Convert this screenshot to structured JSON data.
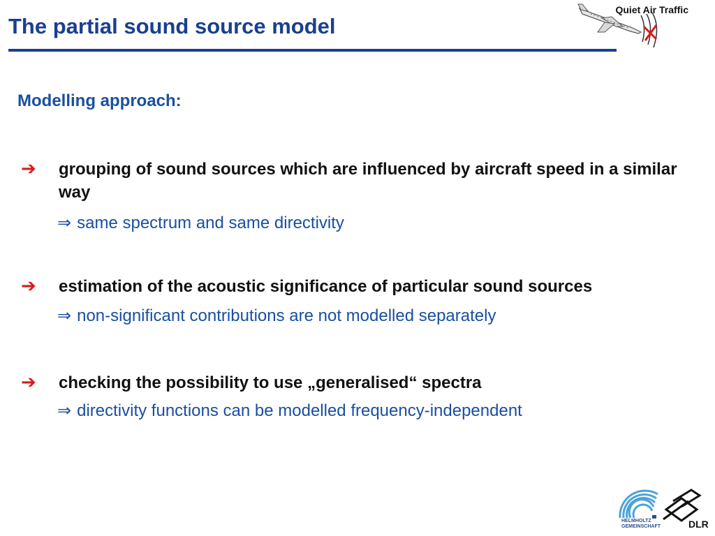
{
  "slide": {
    "title": "The partial sound source model",
    "subtitle": "Modelling approach:",
    "colors": {
      "title": "#1a3f8f",
      "accent_text": "#1a4fa0",
      "arrow": "#d81b1b"
    }
  },
  "bullets": [
    {
      "icon": "right-arrow-icon",
      "text": "grouping of sound sources which are influenced by aircraft speed in a similar way",
      "implication": "same spectrum and same directivity"
    },
    {
      "icon": "right-arrow-icon",
      "text": "estimation of the acoustic significance of particular sound sources",
      "implication": "non-significant contributions are not modelled separately"
    },
    {
      "icon": "right-arrow-icon",
      "text": "checking the possibility to use „generalised“ spectra",
      "implication": "directivity functions can be modelled frequency-independent"
    }
  ],
  "symbols": {
    "bullet_arrow": "➔",
    "implies": "⇒"
  },
  "logos": {
    "quiet_air_traffic": "Quiet Air Traffic",
    "helmholtz_line1": "HELMHOLTZ",
    "helmholtz_line2": "GEMEINSCHAFT",
    "dlr": "DLR"
  }
}
